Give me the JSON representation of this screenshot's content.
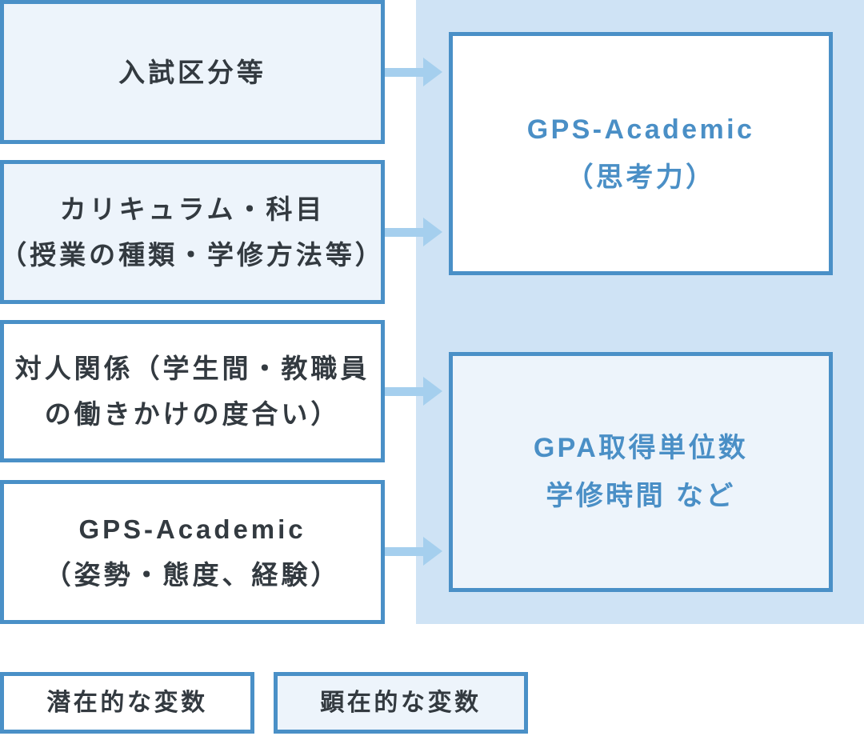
{
  "palette": {
    "border_blue": "#4a90c7",
    "panel_background": "#cfe3f5",
    "manifest_fill": "#edf4fb",
    "latent_fill": "#ffffff",
    "arrow_blue": "#a5cfee",
    "text_dark": "#333a40",
    "text_blue": "#4a8fc6"
  },
  "diagram": {
    "left_boxes": [
      {
        "variant": "manifest",
        "lines": [
          "入試区分等"
        ]
      },
      {
        "variant": "manifest",
        "lines": [
          "カリキュラム・科目",
          "（授業の種類・学修方法等）"
        ]
      },
      {
        "variant": "latent",
        "lines": [
          "対人関係（学生間・教職員",
          "の働きかけの度合い）"
        ]
      },
      {
        "variant": "latent",
        "lines": [
          "GPS-Academic",
          "（姿勢・態度、経験）"
        ]
      }
    ],
    "right_boxes": [
      {
        "variant": "latent",
        "lines": [
          "GPS-Academic",
          "（思考力）"
        ]
      },
      {
        "variant": "manifest",
        "lines": [
          "GPA取得単位数",
          "学修時間 など"
        ]
      }
    ],
    "legend": [
      {
        "variant": "latent",
        "label": "潜在的な変数"
      },
      {
        "variant": "manifest",
        "label": "顕在的な変数"
      }
    ]
  }
}
